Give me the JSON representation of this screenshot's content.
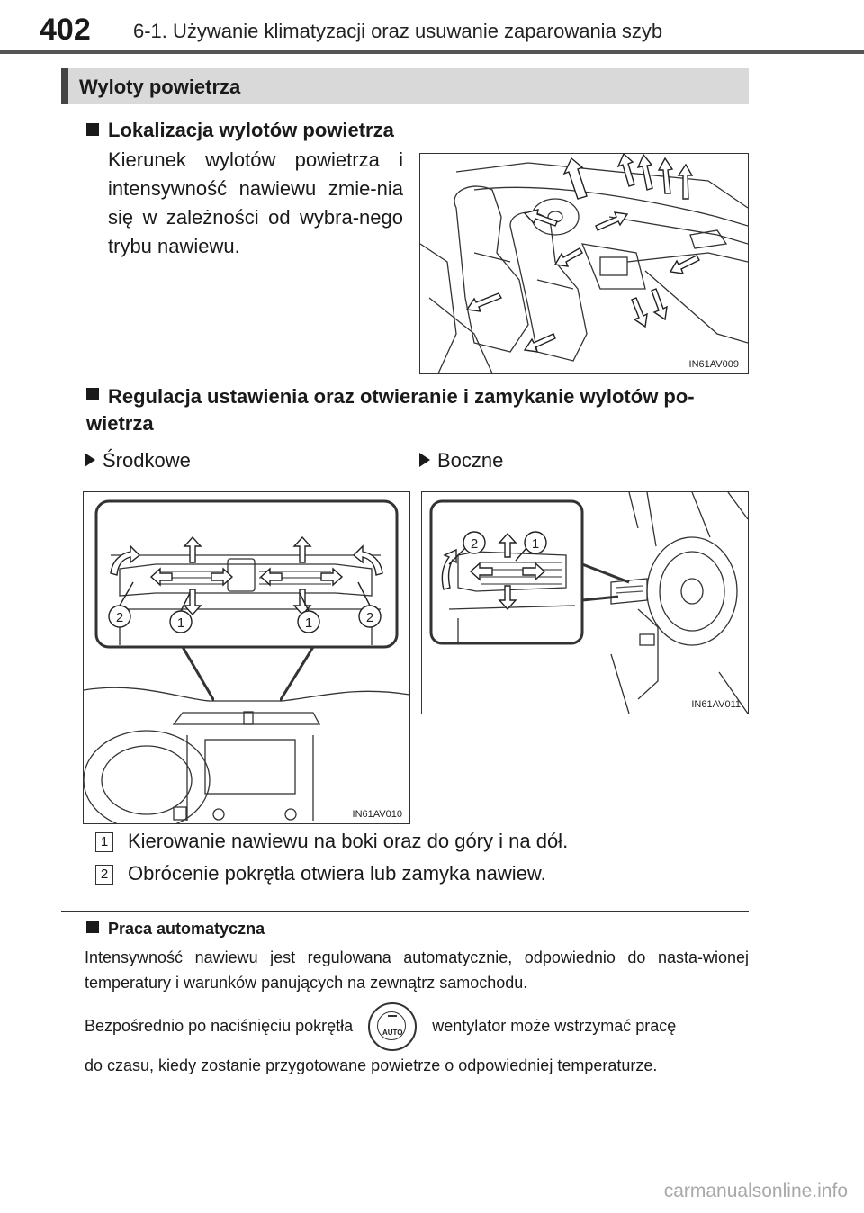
{
  "header": {
    "page_number": "402",
    "chapter_title": "6-1. Używanie klimatyzacji oraz usuwanie zaparowania szyb"
  },
  "section": {
    "title": "Wyloty powietrza"
  },
  "location": {
    "heading": "Lokalizacja wylotów powietrza",
    "body": "Kierunek wylotów powietrza i intensywność nawiewu zmie-nia się w zależności od wybra-nego trybu nawiewu.",
    "figure_code": "IN61AV009"
  },
  "adjustment": {
    "heading": "Regulacja ustawienia oraz otwieranie i zamykanie wylotów po-wietrza",
    "center_label": "Środkowe",
    "side_label": "Boczne",
    "center_figure_code": "IN61AV010",
    "side_figure_code": "IN61AV011",
    "callouts": {
      "one": "1",
      "two": "2"
    },
    "legend": [
      {
        "num": "1",
        "text": "Kierowanie nawiewu na boki oraz do góry i na dół."
      },
      {
        "num": "2",
        "text": "Obrócenie pokrętła otwiera lub zamyka nawiew."
      }
    ]
  },
  "auto": {
    "heading": "Praca automatyczna",
    "para1": "Intensywność nawiewu jest regulowana automatycznie, odpowiednio do nasta-wionej temperatury i warunków panujących na zewnątrz samochodu.",
    "para2_before": "Bezpośrednio po naciśnięciu pokrętła",
    "knob_label": "AUTO",
    "para2_after": "wentylator może wstrzymać pracę",
    "para3": "do czasu, kiedy zostanie przygotowane powietrze o odpowiedniej temperaturze."
  },
  "footer": {
    "watermark": "carmanualsonline.info"
  }
}
